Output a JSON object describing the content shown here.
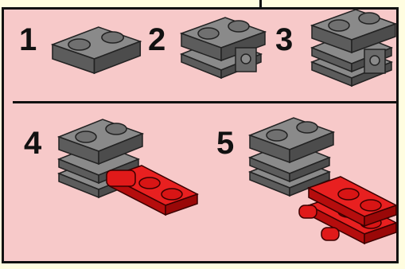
{
  "steps": [
    {
      "number": "1"
    },
    {
      "number": "2"
    },
    {
      "number": "3"
    },
    {
      "number": "4"
    },
    {
      "number": "5"
    }
  ],
  "colors": {
    "background": "#fffde0",
    "panel": "#f7c9c9",
    "border": "#111111",
    "gray_brick": "#6d6d6d",
    "red_plate": "#e01a1a"
  }
}
